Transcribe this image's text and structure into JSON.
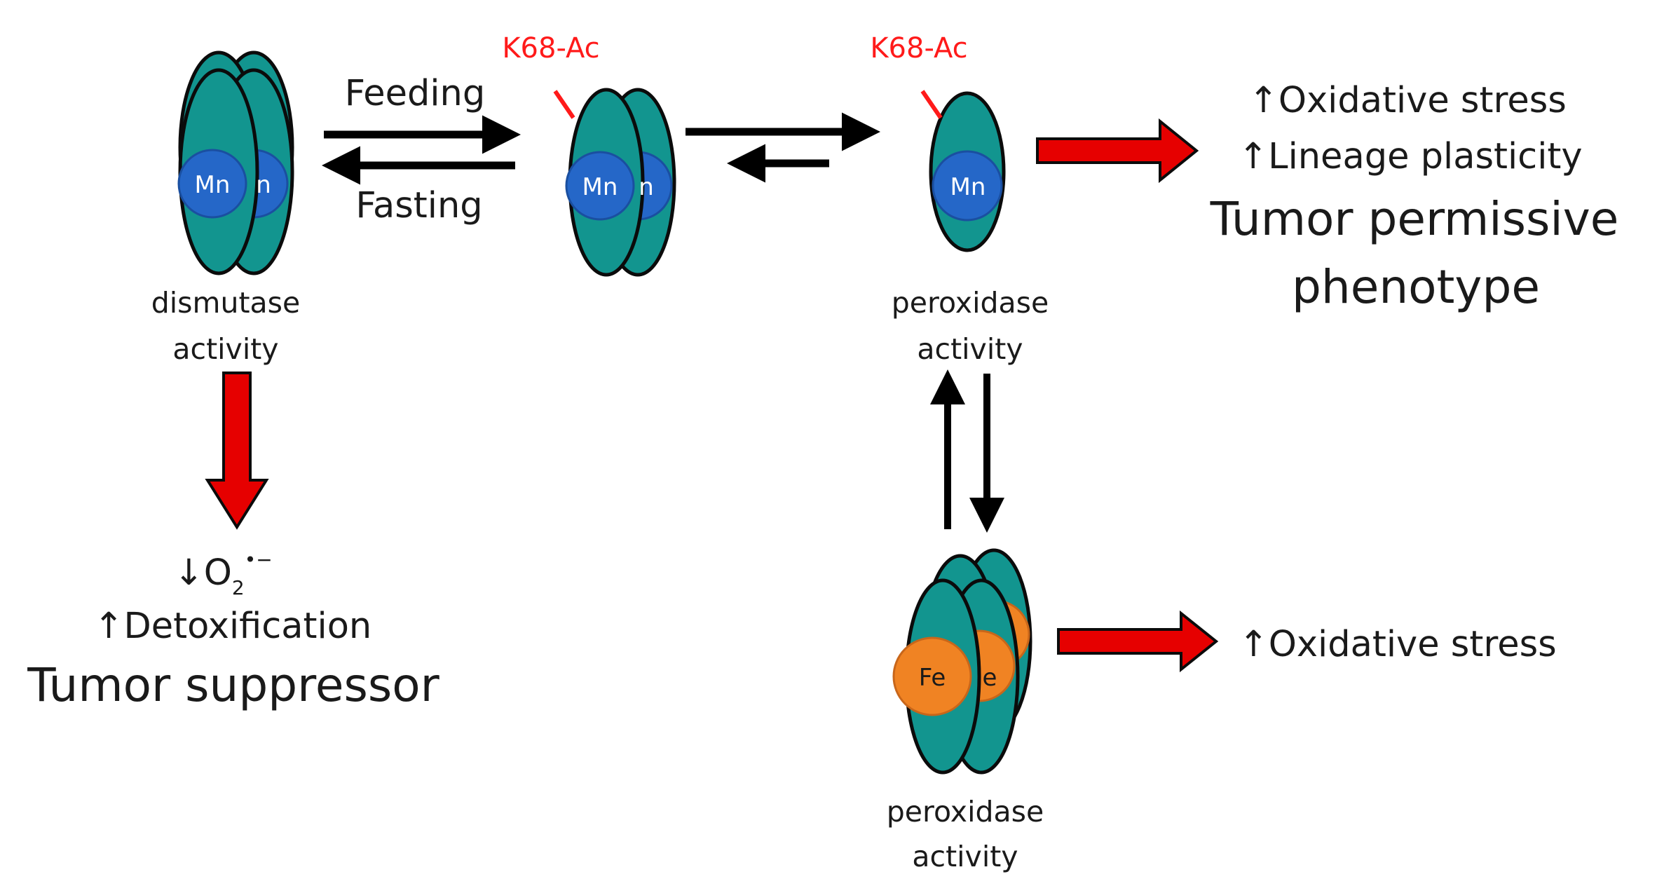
{
  "colors": {
    "protein": "#12958f",
    "protein_outline": "#0b0b0b",
    "manganese": "#2567c8",
    "iron": "#f08323",
    "acetyl": "#ff1a1a",
    "outcome_arrow": "#e60000",
    "arrow": "#000000"
  },
  "icons": [
    "sod2-tetramer-icon",
    "sod2-dimer-icon",
    "sod2-monomer-icon",
    "arrow-icon"
  ],
  "nodes": {
    "tetramer_mn": {
      "metal": "Mn",
      "metal_partial": "n",
      "label_line1": "dismutase",
      "label_line2": "activity"
    },
    "dimer_mn": {
      "metal": "Mn",
      "metal_partial": "n",
      "acetyl_label": "K68-Ac"
    },
    "monomer_mn": {
      "metal": "Mn",
      "acetyl_label": "K68-Ac",
      "label_line1": "peroxidase",
      "label_line2": "activity"
    },
    "tetramer_fe": {
      "metal": "Fe",
      "metal_partial": "e",
      "label_line1": "peroxidase",
      "label_line2": "activity"
    }
  },
  "edges": {
    "feeding": "Feeding",
    "fasting": "Fasting"
  },
  "outcomes": {
    "suppressor": {
      "line1_arrow": "↓",
      "line1_species": "O",
      "line1_subscript": "2",
      "line1_superscript": "•−",
      "line2": "↑Detoxification",
      "title": "Tumor suppressor"
    },
    "permissive": {
      "line1": "↑Oxidative stress",
      "line2": "↑Lineage plasticity",
      "title_line1": "Tumor permissive",
      "title_line2": "phenotype"
    },
    "iron": {
      "line1": "↑Oxidative stress"
    }
  }
}
